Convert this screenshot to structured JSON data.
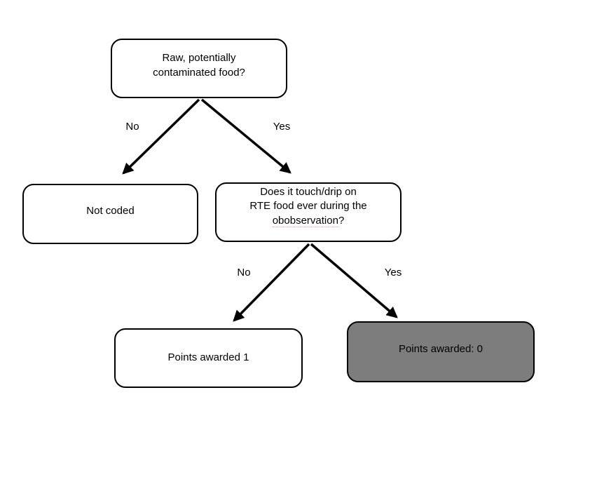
{
  "diagram": {
    "type": "decision-tree-flowchart",
    "background_color": "#ffffff",
    "stroke_color": "#000000",
    "node_fill_color": "#ffffff",
    "shaded_node_fill_color": "#7d7d7d",
    "spellcheck_underline_color": "#ef9a9a",
    "nodes": {
      "root": {
        "label": "Raw, potentially\ncontaminated food?"
      },
      "not_coded": {
        "label": "Not coded"
      },
      "touch_drip": {
        "label_lines": "Does it touch/drip on\nRTE food ever during the",
        "misspelled_word": "obobservation",
        "suffix": "?"
      },
      "points_one": {
        "label": "Points awarded 1"
      },
      "points_zero": {
        "label": "Points awarded: 0"
      }
    },
    "edge_labels": {
      "root_no": "No",
      "root_yes": "Yes",
      "touch_no": "No",
      "touch_yes": "Yes"
    }
  }
}
